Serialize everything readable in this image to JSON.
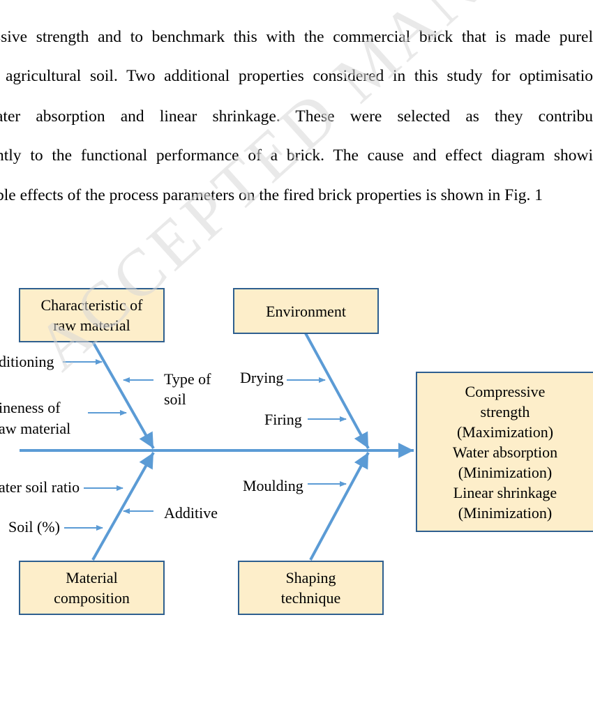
{
  "paragraph": {
    "lines": [
      "ssive strength and to benchmark this with the commercial brick that is made purel",
      "agricultural soil. Two additional properties considered in this study for optimisatio",
      "ater absorption and linear shrinkage. These were selected as they contribu",
      "ntly to the functional performance of a brick. The cause and effect diagram showi",
      "ble effects of the process parameters on the fired brick properties is shown in Fig. 1"
    ]
  },
  "diagram": {
    "categories": {
      "raw_material": "Characteristic of\nraw material",
      "environment": "Environment",
      "material_composition": "Material\ncomposition",
      "shaping_technique": "Shaping\ntechnique"
    },
    "effect": "Compressive\nstrength\n(Maximization)\nWater absorption\n(Minimization)\nLinear shrinkage\n(Minimization)",
    "causes": {
      "conditioning": "ditioning",
      "type_of_soil": "Type of\nsoil",
      "fineness": "ineness of\naw material",
      "drying": "Drying",
      "firing": "Firing",
      "water_soil_ratio": "ater soil ratio",
      "soil_percent": "Soil (%)",
      "additive": "Additive",
      "moulding": "Moulding"
    },
    "line_color": "#5b9bd5",
    "box_fill": "#fdeeca",
    "box_border": "#2e5f8f"
  },
  "watermark": "ACCEPTED MANUSCRIPT"
}
